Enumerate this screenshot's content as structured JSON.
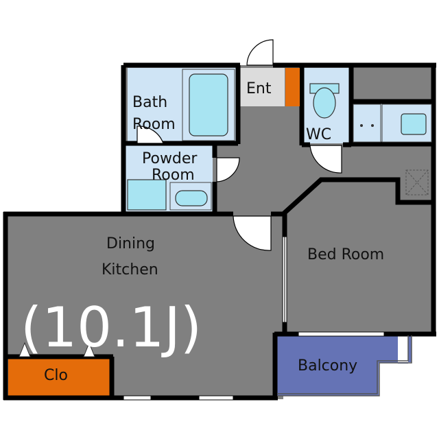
{
  "rooms": {
    "bath": {
      "line1": "Bath",
      "line2": "Room"
    },
    "ent": "Ent",
    "wc": "WC",
    "powder": {
      "line1": "Powder",
      "line2": "Room"
    },
    "dining": {
      "line1": "Dining",
      "line2": "Kitchen"
    },
    "size": "(10.1J)",
    "bed": "Bed Room",
    "balcony": "Balcony",
    "clo": "Clo"
  },
  "colors": {
    "wall": "#000000",
    "floor": "#808080",
    "wet_area": "#cfe4f5",
    "fixture": "#a8e4f2",
    "entrance": "#dcdcdc",
    "closet": "#e46c0a",
    "balcony": "#6573b5",
    "storage": "#808080"
  }
}
